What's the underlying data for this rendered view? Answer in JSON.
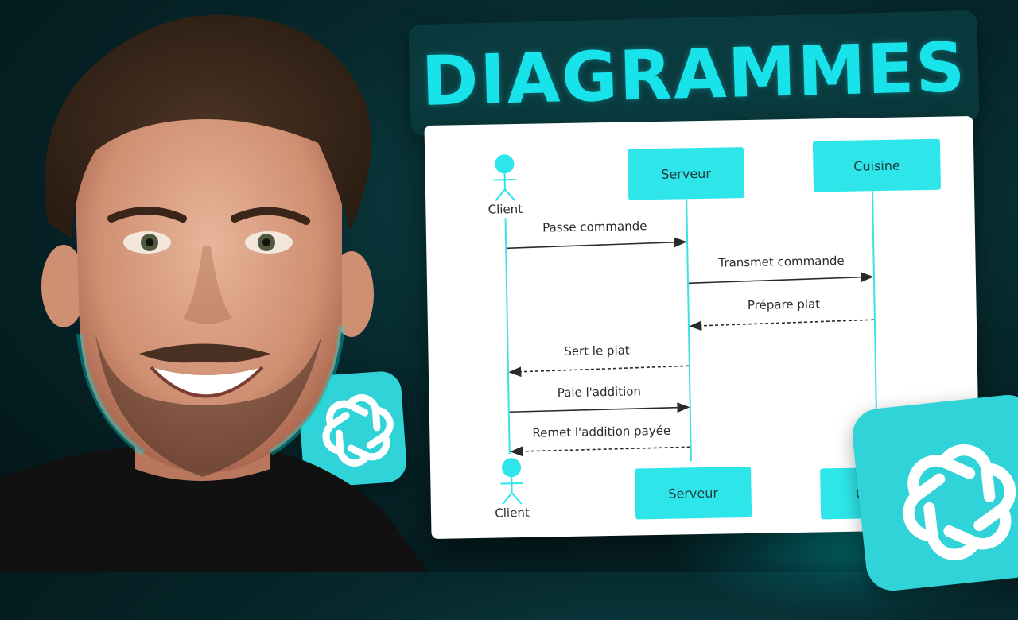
{
  "title": "DIAGRAMMES",
  "diagram": {
    "actors": {
      "client_top": "Client",
      "client_bottom": "Client",
      "serveur_top": "Serveur",
      "serveur_bottom": "Serveur",
      "cuisine_top": "Cuisine",
      "cuisine_bottom": "C"
    },
    "messages": [
      {
        "label": "Passe commande",
        "from": "Client",
        "to": "Serveur",
        "style": "solid"
      },
      {
        "label": "Transmet commande",
        "from": "Serveur",
        "to": "Cuisine",
        "style": "solid"
      },
      {
        "label": "Prépare plat",
        "from": "Cuisine",
        "to": "Serveur",
        "style": "dashed"
      },
      {
        "label": "Sert le plat",
        "from": "Serveur",
        "to": "Client",
        "style": "dashed"
      },
      {
        "label": "Paie l'addition",
        "from": "Client",
        "to": "Serveur",
        "style": "solid"
      },
      {
        "label": "Remet l'addition payée",
        "from": "Serveur",
        "to": "Client",
        "style": "dashed"
      }
    ]
  },
  "icons": {
    "logo_small": "chatgpt-logo-icon",
    "logo_large": "chatgpt-logo-icon"
  },
  "colors": {
    "accent": "#19e3ea",
    "box_fill": "#2ee6ea",
    "lifeline": "#3fe0e6",
    "background": "#06282c"
  }
}
